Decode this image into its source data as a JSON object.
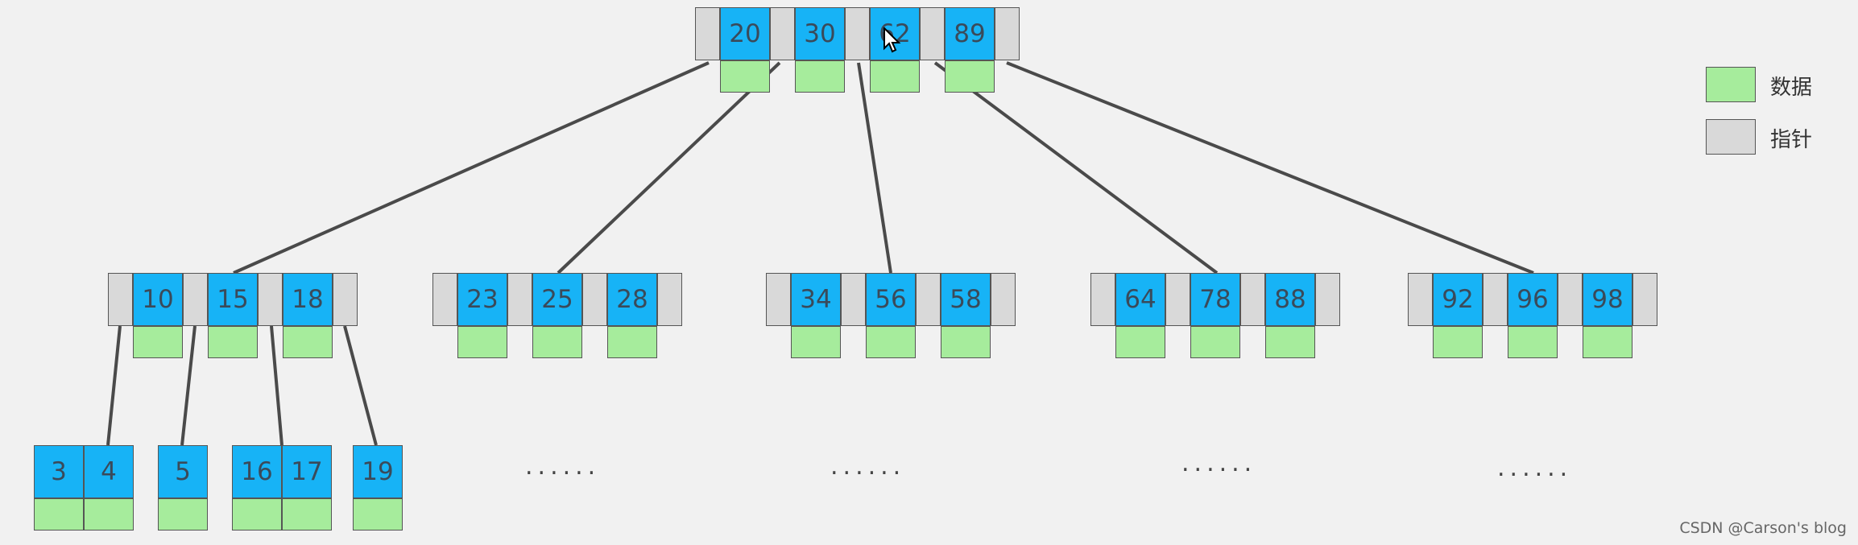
{
  "tree": {
    "root": {
      "keys": [
        "20",
        "30",
        "62",
        "89"
      ]
    },
    "level1": [
      {
        "keys": [
          "10",
          "15",
          "18"
        ]
      },
      {
        "keys": [
          "23",
          "25",
          "28"
        ]
      },
      {
        "keys": [
          "34",
          "56",
          "58"
        ]
      },
      {
        "keys": [
          "64",
          "78",
          "88"
        ]
      },
      {
        "keys": [
          "92",
          "96",
          "98"
        ]
      }
    ],
    "level2": [
      {
        "keys": [
          "3",
          "4"
        ]
      },
      {
        "keys": [
          "5"
        ]
      },
      {
        "keys": [
          "16",
          "17"
        ]
      },
      {
        "keys": [
          "19"
        ]
      }
    ],
    "ellipses": [
      "......",
      "......",
      "......",
      "......"
    ]
  },
  "legend": {
    "data_label": "数据",
    "pointer_label": "指针",
    "data_color": "#a6ec9c",
    "pointer_color": "#d9d9d9"
  },
  "colors": {
    "key": "#17b3f6",
    "line": "#4a4a4a"
  },
  "watermark": "CSDN @Carson's  blog"
}
